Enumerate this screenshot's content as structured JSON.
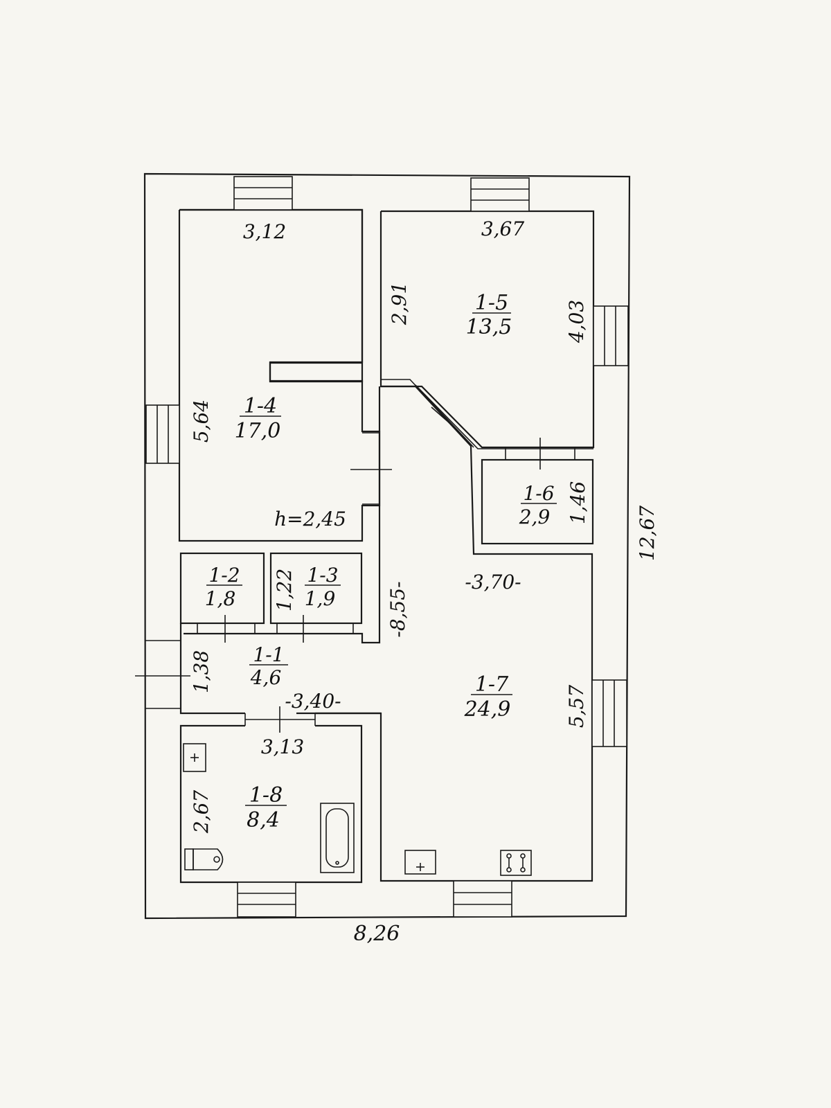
{
  "rooms": [
    {
      "id": "1-1",
      "area": "4,6"
    },
    {
      "id": "1-2",
      "area": "1,8"
    },
    {
      "id": "1-3",
      "area": "1,9"
    },
    {
      "id": "1-4",
      "area": "17,0"
    },
    {
      "id": "1-5",
      "area": "13,5"
    },
    {
      "id": "1-6",
      "area": "2,9"
    },
    {
      "id": "1-7",
      "area": "24,9"
    },
    {
      "id": "1-8",
      "area": "8,4"
    }
  ],
  "dimensions": {
    "overall_width": "8,26",
    "overall_length": "12,67",
    "room_1_4_width": "3,12",
    "room_1_4_length": "5,64",
    "ceiling_height": "h=2,45",
    "room_1_5_width": "3,67",
    "room_1_5_left": "2,91",
    "room_1_5_right": "4,03",
    "room_1_6_length": "1,46",
    "room_1_3_length": "1,22",
    "corridor_length": "-8,55-",
    "hall_width": "-3,70-",
    "room_1_1_length": "1,38",
    "room_1_1_width": "-3,40-",
    "room_1_8_width": "3,13",
    "room_1_8_length": "2,67",
    "room_1_7_length": "5,57"
  },
  "fixtures": [
    "washbasin-icon",
    "bathtub-icon",
    "toilet-icon",
    "kitchen-sink-icon",
    "stove-icon"
  ]
}
